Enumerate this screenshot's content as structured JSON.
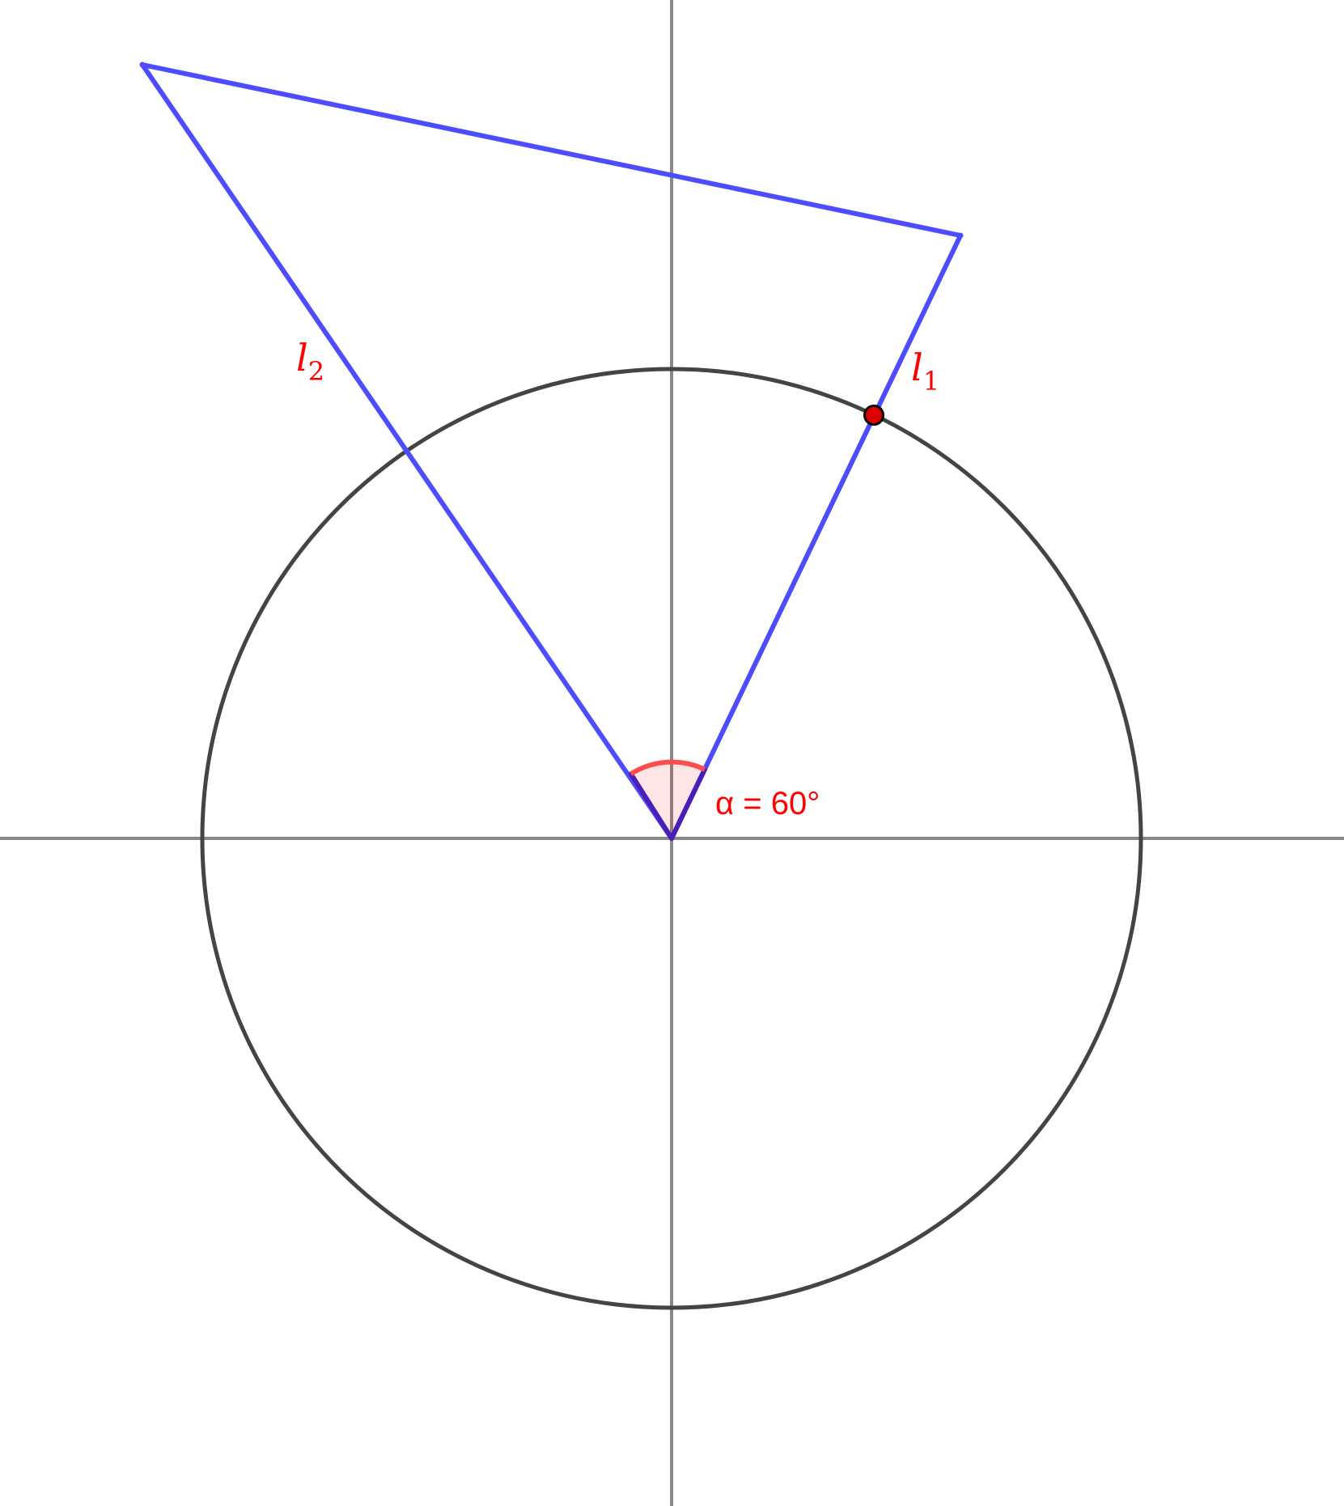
{
  "labels": {
    "l1": {
      "base": "l",
      "sub": "1"
    },
    "l2": {
      "base": "l",
      "sub": "2"
    },
    "angle": "α = 60°"
  },
  "colors": {
    "segments": "#4d4dff",
    "angle": "#ff4d4d",
    "label": "#ff0000",
    "circle": "#444444",
    "axes": "#888888",
    "point": "#dd0000"
  }
}
